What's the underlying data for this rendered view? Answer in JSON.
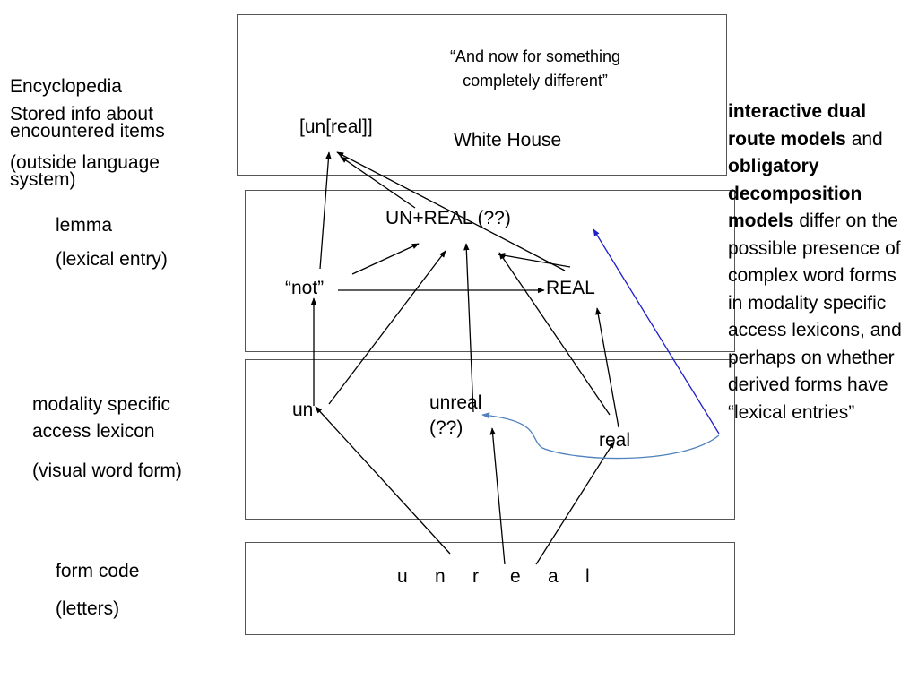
{
  "levels": {
    "encyclopedia": {
      "title": "Encyclopedia",
      "desc1": "Stored info about encountered items",
      "desc2": "(outside language system)"
    },
    "lemma": {
      "title": "lemma",
      "desc": "(lexical entry)"
    },
    "access": {
      "title": "modality specific access lexicon",
      "desc": "(visual word form)"
    },
    "form": {
      "title": "form code",
      "desc": "(letters)"
    }
  },
  "nodes": {
    "quote": "“And now for something completely different”",
    "bracket": "[un[real]]",
    "white_house": "White House",
    "un_real": "UN+REAL (??)",
    "not": "“not”",
    "real_upper": "REAL",
    "un": "un",
    "unreal": "unreal (??)",
    "real": "real",
    "letters": [
      "u",
      "n",
      "r",
      "e",
      "a",
      "l"
    ]
  },
  "side_text": {
    "b1": "interactive dual route models",
    "t1": " and ",
    "b2": "obligatory decomposition models",
    "t2": " differ on the possible presence of complex word forms in modality specific access lexicons, and perhaps on whether derived forms have “lexical entries”"
  },
  "colors": {
    "arrow": "#000000",
    "blue_arrow": "#1f1fcc",
    "curve": "#4f81bd",
    "box_border": "#555555"
  }
}
